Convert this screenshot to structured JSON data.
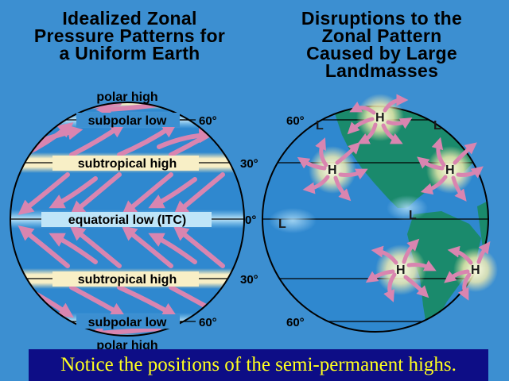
{
  "left_title": [
    "Idealized Zonal",
    "Pressure Patterns for",
    "a Uniform Earth"
  ],
  "right_title": [
    "Disruptions to the",
    "Zonal Pattern",
    "Caused by Large",
    "Landmasses"
  ],
  "bands": {
    "polar_high_top": "polar high",
    "subpolar_low_top": "subpolar low",
    "subtropical_high_top": "subtropical high",
    "equatorial_low": "equatorial low (ITC)",
    "subtropical_high_bottom": "subtropical high",
    "subpolar_low_bottom": "subpolar low",
    "polar_high_bottom": "polar high"
  },
  "latitudes": {
    "lat_60_n": "60°",
    "lat_30_n": "30°",
    "lat_0": "0°",
    "lat_30_s": "30°",
    "lat_60_s": "60°"
  },
  "right_latitudes": {
    "lat_60_n": "60°",
    "lat_60_s": "60°"
  },
  "highs": [
    "H",
    "H",
    "H",
    "H",
    "H"
  ],
  "lows": [
    "L",
    "L",
    "L",
    "L"
  ],
  "caption": "Notice the positions of the semi-permanent highs.",
  "colors": {
    "background": "#3c8fd1",
    "ocean": "#2f88cf",
    "land": "#1a8a6c",
    "band": "#f3e6b0",
    "arrow": "#d985b0",
    "caption_bg": "#0d0d86",
    "caption_text": "#ffff1e"
  }
}
